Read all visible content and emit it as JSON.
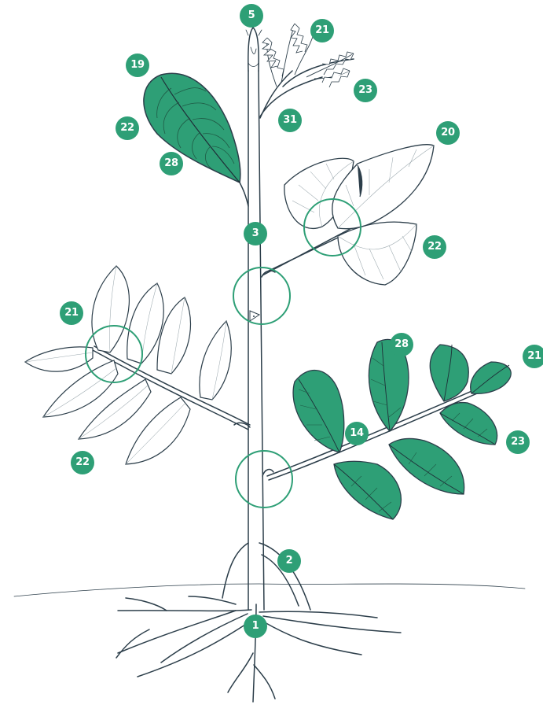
{
  "colors": {
    "accent": "#2e9f76",
    "ink": "#2c3e4a",
    "leaf_green": "#2e9f76",
    "badge_text": "#ffffff"
  },
  "labels": [
    {
      "id": "label-5",
      "text": "5"
    },
    {
      "id": "label-21-top",
      "text": "21"
    },
    {
      "id": "label-19",
      "text": "19"
    },
    {
      "id": "label-23-top",
      "text": "23"
    },
    {
      "id": "label-22-upper-left",
      "text": "22"
    },
    {
      "id": "label-31",
      "text": "31"
    },
    {
      "id": "label-28-upper",
      "text": "28"
    },
    {
      "id": "label-20",
      "text": "20"
    },
    {
      "id": "label-3",
      "text": "3"
    },
    {
      "id": "label-22-right",
      "text": "22"
    },
    {
      "id": "label-21-left",
      "text": "21"
    },
    {
      "id": "label-28-lower",
      "text": "28"
    },
    {
      "id": "label-21-right",
      "text": "21"
    },
    {
      "id": "label-14",
      "text": "14"
    },
    {
      "id": "label-23-right",
      "text": "23"
    },
    {
      "id": "label-22-lower-left",
      "text": "22"
    },
    {
      "id": "label-2",
      "text": "2"
    },
    {
      "id": "label-1",
      "text": "1"
    }
  ]
}
